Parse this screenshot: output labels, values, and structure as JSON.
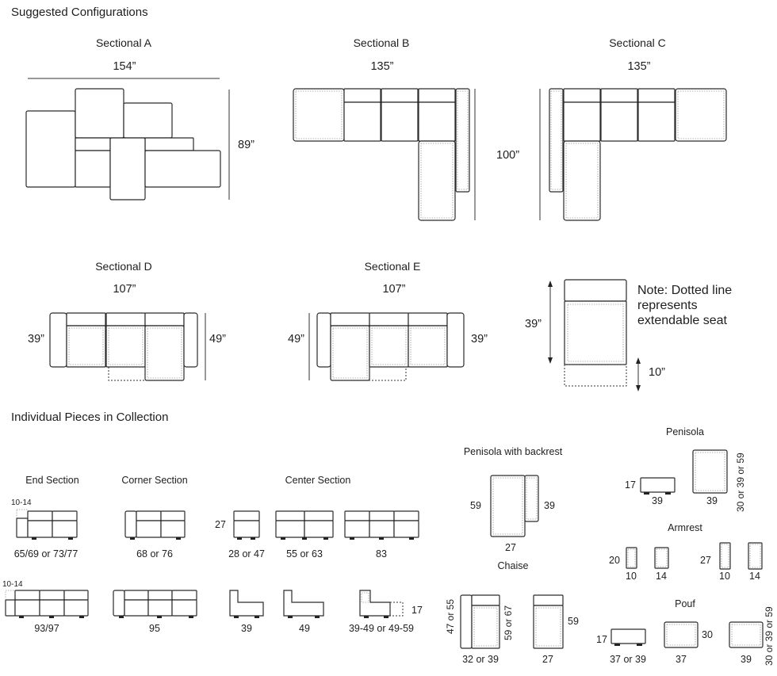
{
  "headings": {
    "suggested": "Suggested Configurations",
    "individual": "Individual Pieces in Collection"
  },
  "sectionals": {
    "a": {
      "title": "Sectional A",
      "width": "154”",
      "depth": "89”"
    },
    "b": {
      "title": "Sectional B",
      "width": "135”",
      "depth": "100”"
    },
    "c": {
      "title": "Sectional C",
      "width": "135”"
    },
    "d": {
      "title": "Sectional D",
      "width": "107”",
      "left_depth": "39”",
      "right_depth": "49”"
    },
    "e": {
      "title": "Sectional E",
      "width": "107”",
      "left_depth": "49”",
      "right_depth": "39”"
    }
  },
  "note": {
    "lines": [
      "Note: Dotted line",
      "represents",
      "extendable seat"
    ],
    "depth": "39”",
    "extension": "10”"
  },
  "pieces": {
    "end_section": {
      "title": "End Section",
      "arm": "10-14",
      "sizes": "65/69 or 73/77",
      "arm2": "10-14",
      "sizes2": "93/97"
    },
    "corner_section": {
      "title": "Corner Section",
      "sizes": "68 or 76",
      "sizes2": "95"
    },
    "center_section": {
      "title": "Center Section",
      "depth": "27",
      "single": "28 or 47",
      "double": "55 or 63",
      "triple": "83",
      "c1": "39",
      "c2": "49",
      "c3": "39-49 or 49-59",
      "c3_height": "17"
    },
    "penisola_backrest": {
      "title": "Penisola with backrest",
      "length": "59",
      "back": "39",
      "width": "27"
    },
    "chaise": {
      "title": "Chaise",
      "left_a": "47 or 55",
      "left_b": "59 or 67",
      "left_w": "32 or 39",
      "right_len": "59",
      "right_w": "27"
    },
    "penisola": {
      "title": "Penisola",
      "h": "17",
      "w1": "39",
      "w2": "39",
      "len": "30 or 39 or 59"
    },
    "armrest": {
      "title": "Armrest",
      "h1": "20",
      "w1": "10",
      "w2": "14",
      "h2": "27",
      "w3": "10",
      "w4": "14"
    },
    "pouf": {
      "title": "Pouf",
      "h": "17",
      "w1": "37 or 39",
      "d2": "30",
      "w2": "37",
      "w3": "39",
      "d3": "30 or 39 or 59"
    }
  }
}
